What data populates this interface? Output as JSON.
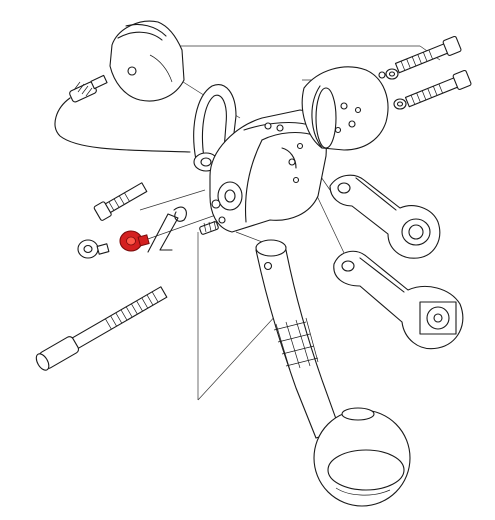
{
  "figure": {
    "type": "exploded-parts-diagram",
    "highlight_color": "#d42020",
    "line_color": "#1a1a1a",
    "background": "#ffffff"
  },
  "parts": [
    {
      "name": "upper-cover"
    },
    {
      "name": "retaining-clip"
    },
    {
      "name": "hinge-bracket"
    },
    {
      "name": "shift-housing"
    },
    {
      "name": "housing-cap"
    },
    {
      "name": "long-screws"
    },
    {
      "name": "washers"
    },
    {
      "name": "short-bolt"
    },
    {
      "name": "spring"
    },
    {
      "name": "set-screw"
    },
    {
      "name": "small-screw"
    },
    {
      "name": "highlighted-cap-nut",
      "highlighted": true
    },
    {
      "name": "threaded-rod"
    },
    {
      "name": "upper-link-arm"
    },
    {
      "name": "lower-link-arm"
    },
    {
      "name": "shift-lever"
    },
    {
      "name": "lever-knob"
    },
    {
      "name": "knurled-thumb-screw"
    },
    {
      "name": "safety-wire"
    }
  ]
}
